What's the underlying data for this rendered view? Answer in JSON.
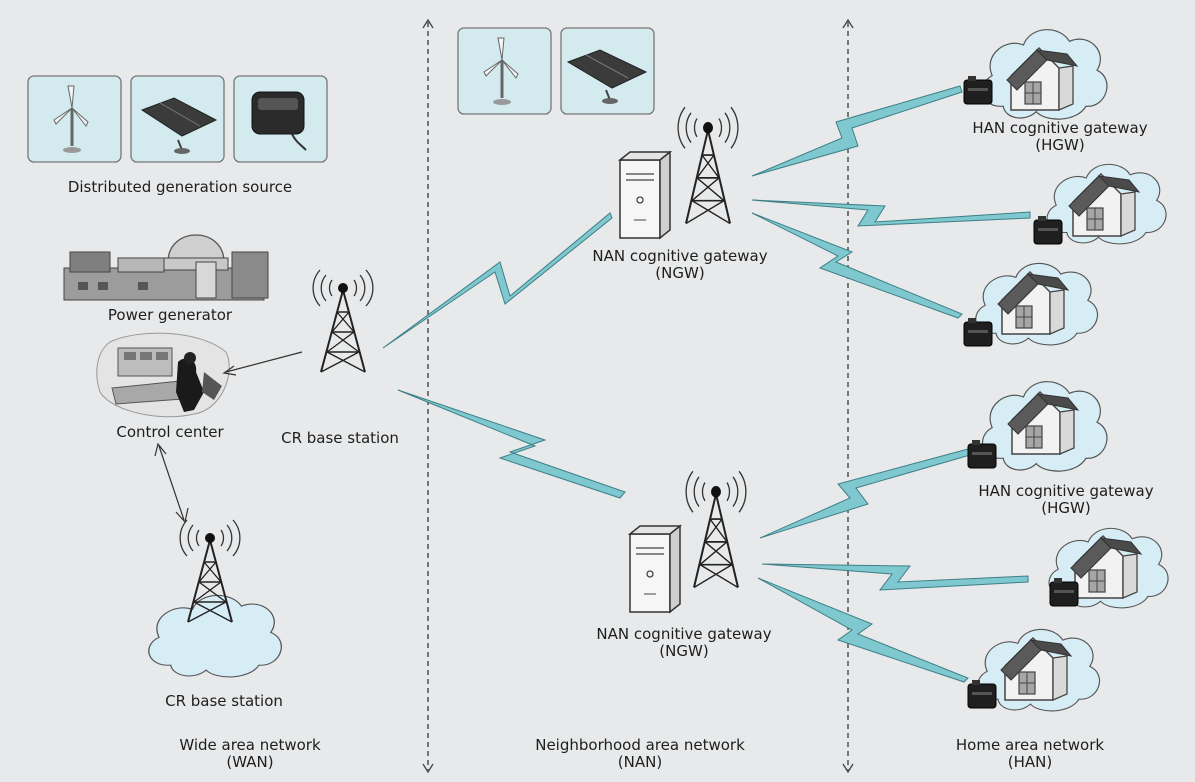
{
  "labels": {
    "dg_source": "Distributed generation source",
    "power_generator": "Power generator",
    "control_center": "Control center",
    "cr_base_station_top": "CR base station",
    "cr_base_station_bottom": "CR base station",
    "ngw_top_line1": "NAN cognitive gateway",
    "ngw_top_line2": "(NGW)",
    "ngw_bottom_line1": "NAN cognitive gateway",
    "ngw_bottom_line2": "(NGW)",
    "hgw_top_line1": "HAN cognitive gateway",
    "hgw_top_line2": "(HGW)",
    "hgw_mid_line1": "HAN cognitive gateway",
    "hgw_mid_line2": "(HGW)",
    "wan_line1": "Wide area network",
    "wan_line2": "(WAN)",
    "nan_line1": "Neighborhood area network",
    "nan_line2": "(NAN)",
    "han_line1": "Home area network",
    "han_line2": "(HAN)"
  },
  "colors": {
    "background": "#e8e9ea",
    "wireless_link": "#7fc8cf",
    "cloud": "#d6edf6",
    "icon_panel": "#d3ebee",
    "text": "#1e1e1e"
  }
}
